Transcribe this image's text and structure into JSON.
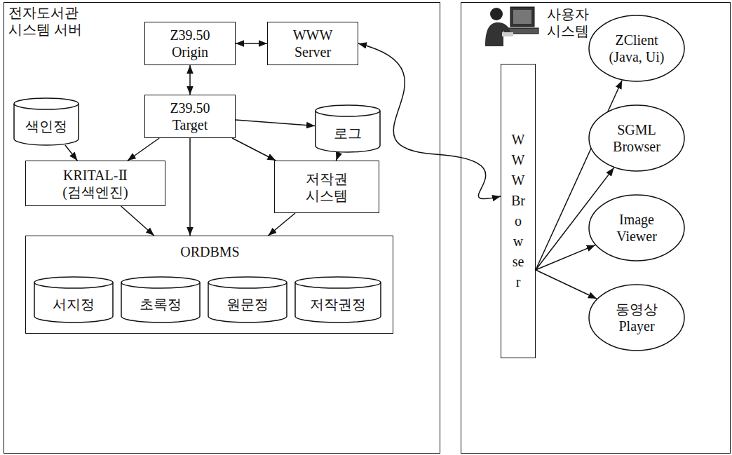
{
  "diagram": {
    "nodes": [
      {
        "text": [
          "전자도서관 시스템 서버"
        ]
      },
      {
        "text": [
          "Z39.50 Origin"
        ],
        "in": 0
      },
      {
        "text": [
          "WWW Server"
        ],
        "in": 0
      },
      {
        "text": [
          "Z39.50 Target"
        ],
        "in": 0
      },
      {
        "text": [
          "색인정"
        ],
        "in": 0
      },
      {
        "text": [
          "로그"
        ],
        "in": 0
      },
      {
        "text": [
          "KRITAL-Ⅱ (검색엔진)"
        ],
        "in": 0
      },
      {
        "text": [
          "저작권 시스템"
        ],
        "in": 0
      },
      {
        "text": [
          "ORDBMS"
        ],
        "in": 0
      },
      {
        "text": [
          "서지정"
        ],
        "in": 8
      },
      {
        "text": [
          "초록정"
        ],
        "in": 8
      },
      {
        "text": [
          "원문정"
        ],
        "in": 8
      },
      {
        "text": [
          "저작권정"
        ],
        "in": 8
      },
      {
        "text": [
          "사용자 시스템"
        ]
      },
      {
        "text": [
          "WWW Browser"
        ],
        "in": 13
      },
      {
        "text": [
          "ZClient (Java, Ui)"
        ],
        "in": 13
      },
      {
        "text": [
          "SGML Browser"
        ],
        "in": 13
      },
      {
        "text": [
          "Image Viewer"
        ],
        "in": 13
      },
      {
        "text": [
          "동영상 Player"
        ],
        "in": 13
      }
    ],
    "edges": [
      {
        "from": 1,
        "to": 2,
        "arrow": "both"
      },
      {
        "from": 1,
        "to": 3,
        "arrow": "both"
      },
      {
        "from": 2,
        "to": 14,
        "arrow": "both"
      },
      {
        "from": 3,
        "to": 6,
        "arrow": "to"
      },
      {
        "from": 3,
        "to": 5,
        "arrow": "to"
      },
      {
        "from": 3,
        "to": 7,
        "arrow": "to"
      },
      {
        "from": 3,
        "to": 8,
        "arrow": "to"
      },
      {
        "from": 4,
        "to": 6,
        "arrow": "to"
      },
      {
        "from": 5,
        "to": 7,
        "arrow": "to"
      },
      {
        "from": 6,
        "to": 8,
        "arrow": "to"
      },
      {
        "from": 7,
        "to": 8,
        "arrow": "to"
      },
      {
        "from": 14,
        "to": 15,
        "arrow": "to"
      },
      {
        "from": 14,
        "to": 16,
        "arrow": "to"
      },
      {
        "from": 14,
        "to": 17,
        "arrow": "to"
      },
      {
        "from": 14,
        "to": 18,
        "arrow": "to"
      }
    ]
  }
}
